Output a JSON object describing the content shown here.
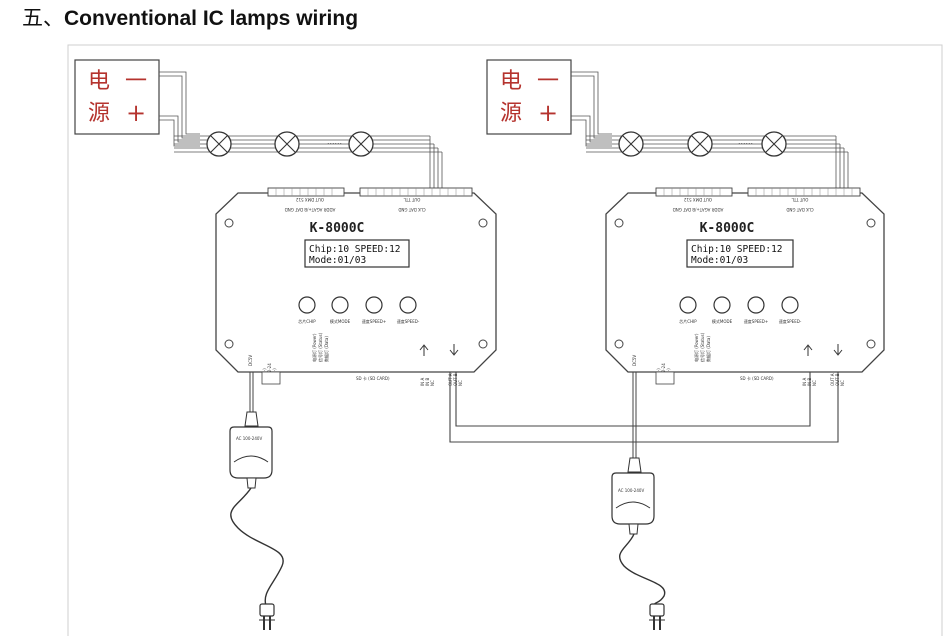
{
  "heading": {
    "number": "五、",
    "text": "Conventional IC lamps wiring"
  },
  "power_box": {
    "line1": "电",
    "line2": "源",
    "minus": "一",
    "plus": "+"
  },
  "lamp_ellipsis": "......",
  "controller": {
    "model": "K-8000C",
    "lcd_line1": "Chip:10  SPEED:12",
    "lcd_line2": "Mode:01/03",
    "buttons": [
      "芯片CHIP",
      "模式MODE",
      "速度SPEED+",
      "速度SPEED-"
    ],
    "left_port_labels": [
      "ADDR",
      "AGAT+/B",
      "DAT",
      "GND"
    ],
    "left_port_title": "OUT DMX 512",
    "right_port_labels": [
      "CLK",
      "DAT",
      "GND"
    ],
    "right_port_title": "OUT TTL",
    "dc_label": "DC5V",
    "indicator_labels": [
      "电源灯 (Power)",
      "信号灯 (Status)",
      "数据灯 (Data)"
    ],
    "sd_label": "SD 卡 (SD CARD)",
    "terminal_left": [
      "GND(-)",
      "DC 12-24",
      "GND(-)"
    ],
    "sync_in": [
      "IN A",
      "IN B",
      "NC"
    ],
    "sync_out": [
      "OUT A",
      "OUT B",
      "NC"
    ]
  },
  "adapter_label": "AC 100-240V"
}
